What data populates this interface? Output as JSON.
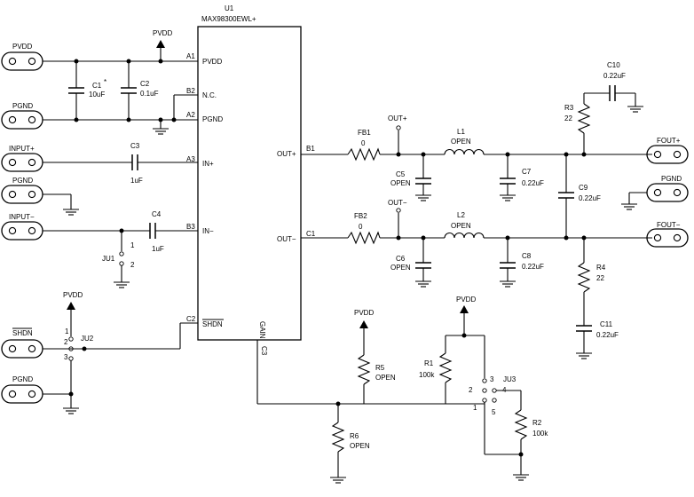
{
  "ic": {
    "ref": "U1",
    "part": "MAX98300EWL+"
  },
  "pins": {
    "a1": "A1",
    "pvdd": "PVDD",
    "b2": "B2",
    "nc": "N.C.",
    "a2": "A2",
    "pgnd": "PGND",
    "a3": "A3",
    "inp": "IN+",
    "b3": "B3",
    "inn": "IN−",
    "c2": "C2",
    "shdn": "SHDN",
    "b1": "B1",
    "outp": "OUT+",
    "c1": "C1",
    "outn": "OUT−",
    "c3": "C3",
    "gain": "GAIN"
  },
  "connectors": {
    "pvdd": "PVDD",
    "pgnd1": "PGND",
    "inputp": "INPUT+",
    "pgnd2": "PGND",
    "inputn": "INPUT−",
    "shdn": "SHDN",
    "pgnd3": "PGND",
    "foutp": "FOUT+",
    "pgnd4": "PGND",
    "foutn": "FOUT−"
  },
  "supply": {
    "pvdd_top": "PVDD",
    "pvdd_jp": "PVDD",
    "pvdd_r5": "PVDD",
    "pvdd_jp3": "PVDD"
  },
  "nets": {
    "outp": "OUT+",
    "outn": "OUT−"
  },
  "parts": {
    "c1": {
      "ref": "C1",
      "mark": "*",
      "value": "10uF"
    },
    "c2": {
      "ref": "C2",
      "value": "0.1uF"
    },
    "c3": {
      "ref": "C3",
      "value": "1uF"
    },
    "c4": {
      "ref": "C4",
      "value": "1uF"
    },
    "fb1": {
      "ref": "FB1",
      "value": "0"
    },
    "fb2": {
      "ref": "FB2",
      "value": "0"
    },
    "l1": {
      "ref": "L1",
      "value": "OPEN"
    },
    "l2": {
      "ref": "L2",
      "value": "OPEN"
    },
    "c5": {
      "ref": "C5",
      "value": "OPEN"
    },
    "c6": {
      "ref": "C6",
      "value": "OPEN"
    },
    "c7": {
      "ref": "C7",
      "value": "0.22uF"
    },
    "c8": {
      "ref": "C8",
      "value": "0.22uF"
    },
    "c9": {
      "ref": "C9",
      "value": "0.22uF"
    },
    "c10": {
      "ref": "C10",
      "value": "0.22uF"
    },
    "c11": {
      "ref": "C11",
      "value": "0.22uF"
    },
    "r1": {
      "ref": "R1",
      "value": "100k"
    },
    "r2": {
      "ref": "R2",
      "value": "100k"
    },
    "r3": {
      "ref": "R3",
      "value": "22"
    },
    "r4": {
      "ref": "R4",
      "value": "22"
    },
    "r5": {
      "ref": "R5",
      "value": "OPEN"
    },
    "r6": {
      "ref": "R6",
      "value": "OPEN"
    }
  },
  "jumpers": {
    "ju1": {
      "ref": "JU1",
      "p1": "1",
      "p2": "2"
    },
    "ju2": {
      "ref": "JU2",
      "p1": "1",
      "p2": "2",
      "p3": "3"
    },
    "ju3": {
      "ref": "JU3",
      "p1": "1",
      "p2": "2",
      "p3": "3",
      "p4": "4",
      "p5": "5"
    }
  }
}
